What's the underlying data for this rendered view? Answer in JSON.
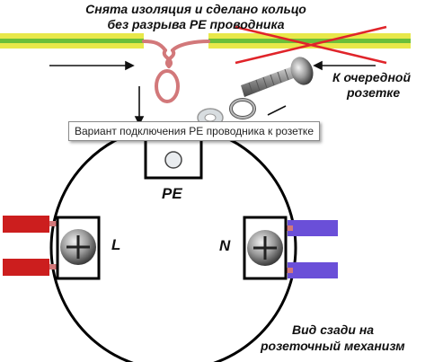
{
  "caption_top_line1": "Снята изоляция и сделано кольцо",
  "caption_top_line2": "без разрыва PE проводника",
  "next_socket_line1": "К очередной",
  "next_socket_line2": "розетке",
  "terminal_pe_label": "PE",
  "terminal_l_label": "L",
  "terminal_n_label": "N",
  "rear_view_line1": "Вид сзади на",
  "rear_view_line2": "розеточный механизм",
  "tooltip_text": "Вариант подключения PE проводника к розетке",
  "colors": {
    "pe_wire_yellow": "#e8e84a",
    "pe_wire_green": "#6bbf3a",
    "phase_wire_red": "#cc1e1e",
    "neutral_wire_blue": "#6a4fd8",
    "copper_loop": "#d2787a",
    "cross_mark": "#e0242a"
  },
  "icons": [
    "screw-icon",
    "washer-icon",
    "arrow-icon",
    "cross-mark-icon"
  ]
}
